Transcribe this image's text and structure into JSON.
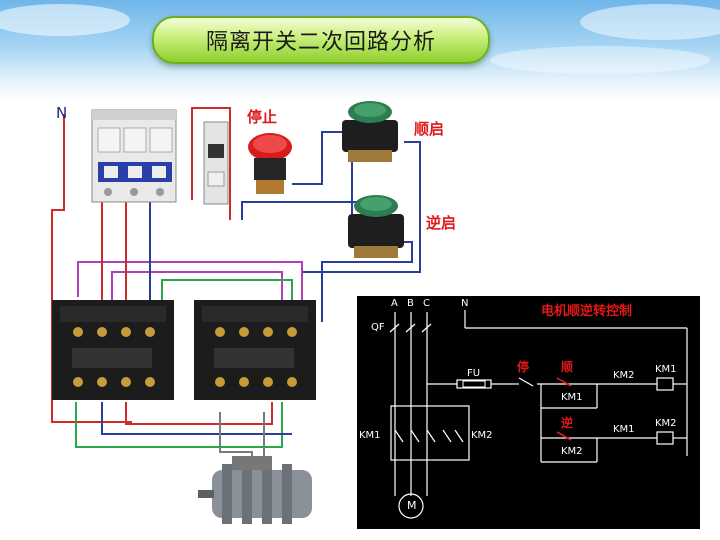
{
  "title": "隔离开关二次回路分析",
  "photo": {
    "neutral_label": "N",
    "stop_label": "停止",
    "forward_label": "顺启",
    "reverse_label": "逆启"
  },
  "schematic": {
    "heading": "电机顺逆转控制",
    "phase_a": "A",
    "phase_b": "B",
    "phase_c": "C",
    "neutral": "N",
    "breaker": "QF",
    "fuse": "FU",
    "stop": "停",
    "forward": "顺",
    "reverse": "逆",
    "km1_main": "KM1",
    "km2_main": "KM2",
    "km1_hold": "KM1",
    "km2_hold": "KM2",
    "km2_interlock": "KM2",
    "km1_interlock": "KM1",
    "km1_coil": "KM1",
    "km2_coil": "KM2",
    "motor": "M"
  },
  "colors": {
    "title_green": "#8fcf2e",
    "wire_red": "#d22a2a",
    "wire_blue": "#2a3f9a",
    "wire_green": "#2aa84a",
    "wire_purple": "#b040b8",
    "schematic_bg": "#000000",
    "schematic_red": "#e01818"
  }
}
